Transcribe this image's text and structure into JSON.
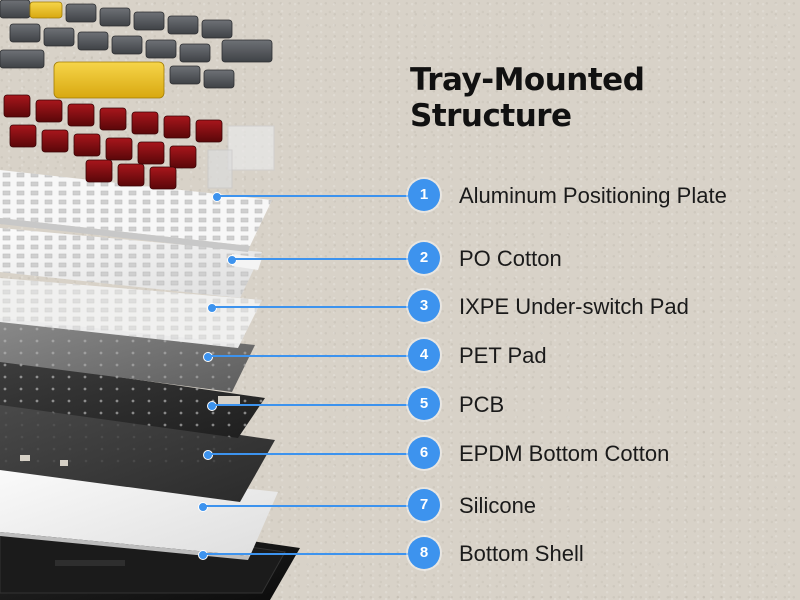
{
  "title_lines": [
    "Tray-Mounted",
    "Structure"
  ],
  "accent_color": "#3d93ee",
  "layers": [
    {
      "number": "1",
      "label": "Aluminum Positioning Plate"
    },
    {
      "number": "2",
      "label": "PO Cotton"
    },
    {
      "number": "3",
      "label": "IXPE Under-switch Pad"
    },
    {
      "number": "4",
      "label": "PET Pad"
    },
    {
      "number": "5",
      "label": "PCB"
    },
    {
      "number": "6",
      "label": "EPDM Bottom Cotton"
    },
    {
      "number": "7",
      "label": "Silicone"
    },
    {
      "number": "8",
      "label": "Bottom Shell"
    }
  ]
}
